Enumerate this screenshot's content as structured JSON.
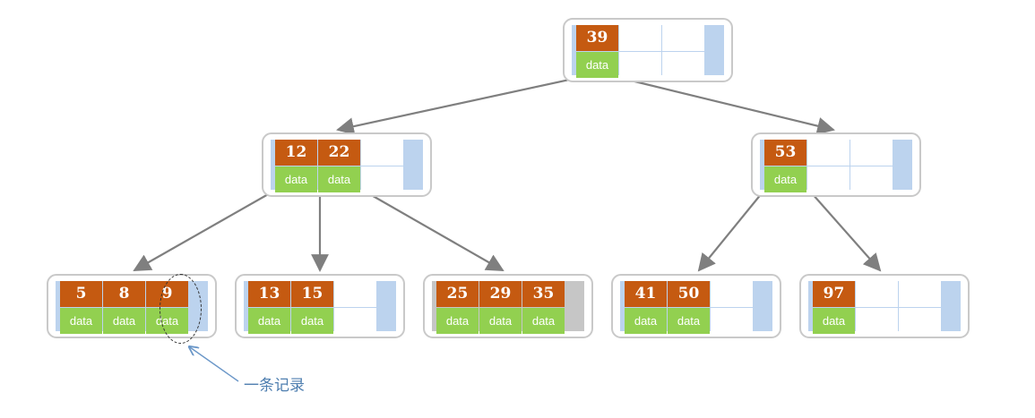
{
  "tree": {
    "root": {
      "keys": [
        "39"
      ],
      "data_label": "data",
      "capacity": 3
    },
    "level2": [
      {
        "keys": [
          "12",
          "22"
        ],
        "data_label": "data",
        "capacity": 3
      },
      {
        "keys": [
          "53"
        ],
        "data_label": "data",
        "capacity": 3
      }
    ],
    "leaves": [
      {
        "keys": [
          "5",
          "8",
          "9"
        ],
        "data_label": "data",
        "capacity": 3
      },
      {
        "keys": [
          "13",
          "15"
        ],
        "data_label": "data",
        "capacity": 3
      },
      {
        "keys": [
          "25",
          "29",
          "35"
        ],
        "data_label": "data",
        "capacity": 3
      },
      {
        "keys": [
          "41",
          "50"
        ],
        "data_label": "data",
        "capacity": 3
      },
      {
        "keys": [
          "97"
        ],
        "data_label": "data",
        "capacity": 3
      }
    ]
  },
  "annotation": {
    "label": "一条记录"
  },
  "colors": {
    "key_fill": "#c55a11",
    "data_fill": "#92d050",
    "node_inner": "#bcd3ee",
    "edge": "#7f7f7f",
    "callout": "#4f7fb0"
  }
}
